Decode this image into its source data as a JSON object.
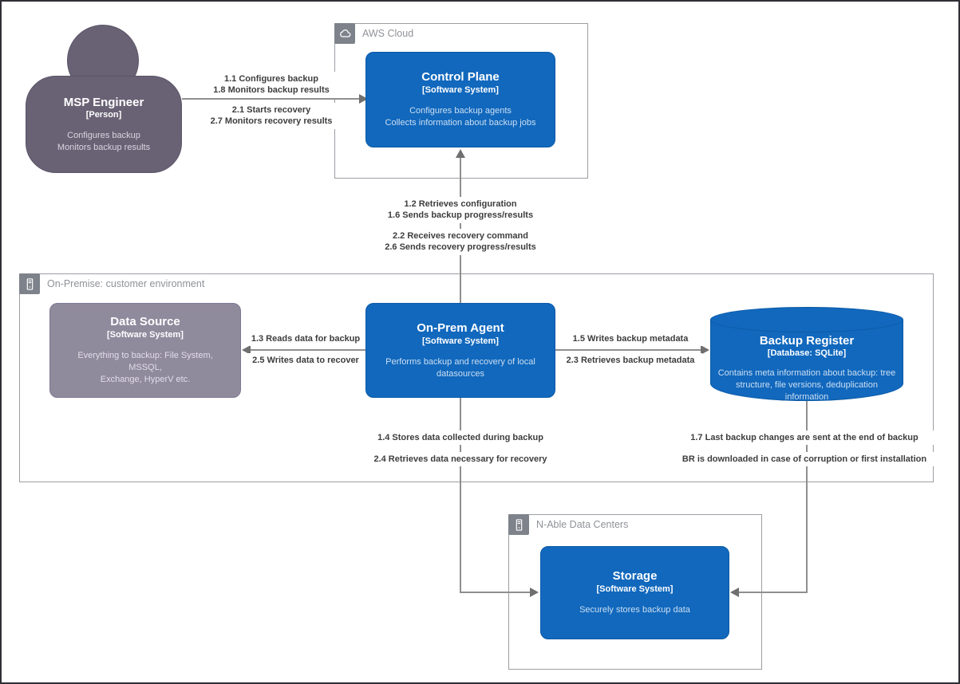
{
  "diagram": {
    "nodes": {
      "person": {
        "title": "MSP Engineer",
        "type": "[Person]",
        "desc": "Configures backup\nMonitors backup results"
      },
      "control_plane": {
        "title": "Control Plane",
        "type": "[Software System]",
        "desc": "Configures backup agents\nCollects information about backup jobs"
      },
      "data_source": {
        "title": "Data Source",
        "type": "[Software System]",
        "desc": "Everything to backup: File System, MSSQL,\nExchange, HyperV etc."
      },
      "on_prem_agent": {
        "title": "On-Prem Agent",
        "type": "[Software System]",
        "desc": "Performs backup and recovery of local\ndatasources"
      },
      "backup_register": {
        "title": "Backup Register",
        "type": "[Database: SQLite]",
        "desc": "Contains meta information about backup: tree\nstructure, file versions, deduplication information"
      },
      "storage": {
        "title": "Storage",
        "type": "[Software System]",
        "desc": "Securely stores backup data"
      }
    },
    "boundaries": {
      "aws": {
        "label": "AWS Cloud"
      },
      "on_premise": {
        "label": "On-Premise: customer environment"
      },
      "nable": {
        "label": "N-Able Data Centers"
      }
    },
    "relationships": {
      "engineer_to_control": {
        "group1": [
          "1.1 Configures backup",
          "1.8 Monitors backup results"
        ],
        "group2": [
          "2.1 Starts recovery",
          "2.7 Monitors recovery results"
        ]
      },
      "agent_to_control": {
        "group1": [
          "1.2 Retrieves configuration",
          "1.6 Sends backup progress/results"
        ],
        "group2": [
          "2.2 Receives recovery command",
          "2.6 Sends recovery progress/results"
        ]
      },
      "agent_to_datasource": {
        "group1": [
          "1.3 Reads data for backup"
        ],
        "group2": [
          "2.5 Writes data to recover"
        ]
      },
      "agent_to_register": {
        "group1": [
          "1.5 Writes backup metadata"
        ],
        "group2": [
          "2.3 Retrieves backup metadata"
        ]
      },
      "agent_to_storage": {
        "group1": [
          "1.4 Stores data collected during backup"
        ],
        "group2": [
          "2.4 Retrieves data necessary for recovery"
        ]
      },
      "register_to_storage": {
        "group1": [
          "1.7 Last backup changes are sent at the end of backup"
        ],
        "group2": [
          "BR is downloaded in case of corruption or first installation"
        ]
      }
    },
    "colors": {
      "primary_blue": "#1168bd",
      "blue_border": "#0c5aa6",
      "person_fill": "#696275",
      "external_fill": "#908a9d",
      "line_gray": "#8f8f8f",
      "arrow_gray": "#6f6f6f",
      "boundary_border": "#9b9ea3",
      "boundary_icon_bg": "#7e828a"
    }
  }
}
